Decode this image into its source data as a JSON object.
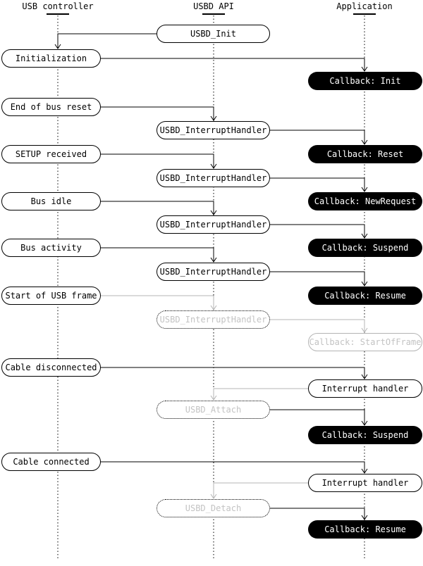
{
  "colors": {
    "ink": "#000000",
    "paper": "#ffffff",
    "inactive_line": "#b4b4b4",
    "inactive_text": "#c3c3c3"
  },
  "columns": {
    "usb_controller": "USB controller",
    "usbd_api": "USBD API",
    "application": "Application"
  },
  "nodes": {
    "usbd_init": "USBD_Init",
    "initialization": "Initialization",
    "callback_init": "Callback: Init",
    "end_of_bus_reset": "End of bus reset",
    "usbd_interrupthandler": "USBD_InterruptHandler",
    "callback_reset": "Callback: Reset",
    "setup_received": "SETUP received",
    "callback_newrequest": "Callback: NewRequest",
    "bus_idle": "Bus idle",
    "callback_suspend": "Callback: Suspend",
    "bus_activity": "Bus activity",
    "callback_resume": "Callback: Resume",
    "start_of_usb_frame": "Start of USB frame",
    "callback_startofframe": "Callback: StartOfFrame",
    "cable_disconnected": "Cable disconnected",
    "interrupt_handler": "Interrupt handler",
    "usbd_attach": "USBD_Attach",
    "cable_connected": "Cable connected",
    "usbd_detach": "USBD_Detach"
  }
}
